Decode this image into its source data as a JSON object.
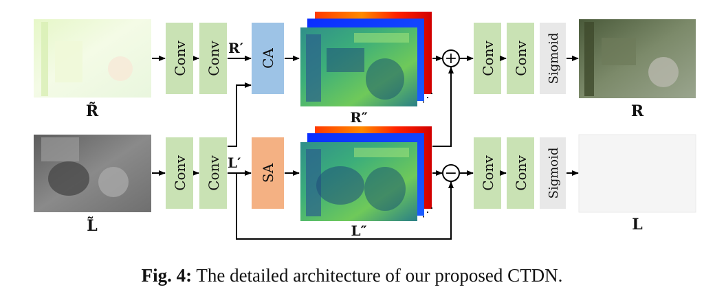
{
  "inputs": {
    "reflectance": "R̃",
    "illumination": "L̃"
  },
  "blocks": {
    "conv": "Conv",
    "sigmoid": "Sigmoid",
    "ca": "CA",
    "sa": "SA"
  },
  "features": {
    "r_prime": "R′",
    "l_prime": "L′",
    "r_dprime": "R″",
    "l_dprime": "L″"
  },
  "operators": {
    "add": "+",
    "subtract": "−"
  },
  "outputs": {
    "reflectance": "R",
    "illumination": "L"
  },
  "caption": {
    "label": "Fig. 4:",
    "text": "The detailed architecture of our proposed CTDN."
  },
  "colors": {
    "conv_block": "#c9e2b4",
    "sigmoid_block": "#e8e8e8",
    "ca_block": "#9dc3e6",
    "sa_block": "#f4b183"
  }
}
